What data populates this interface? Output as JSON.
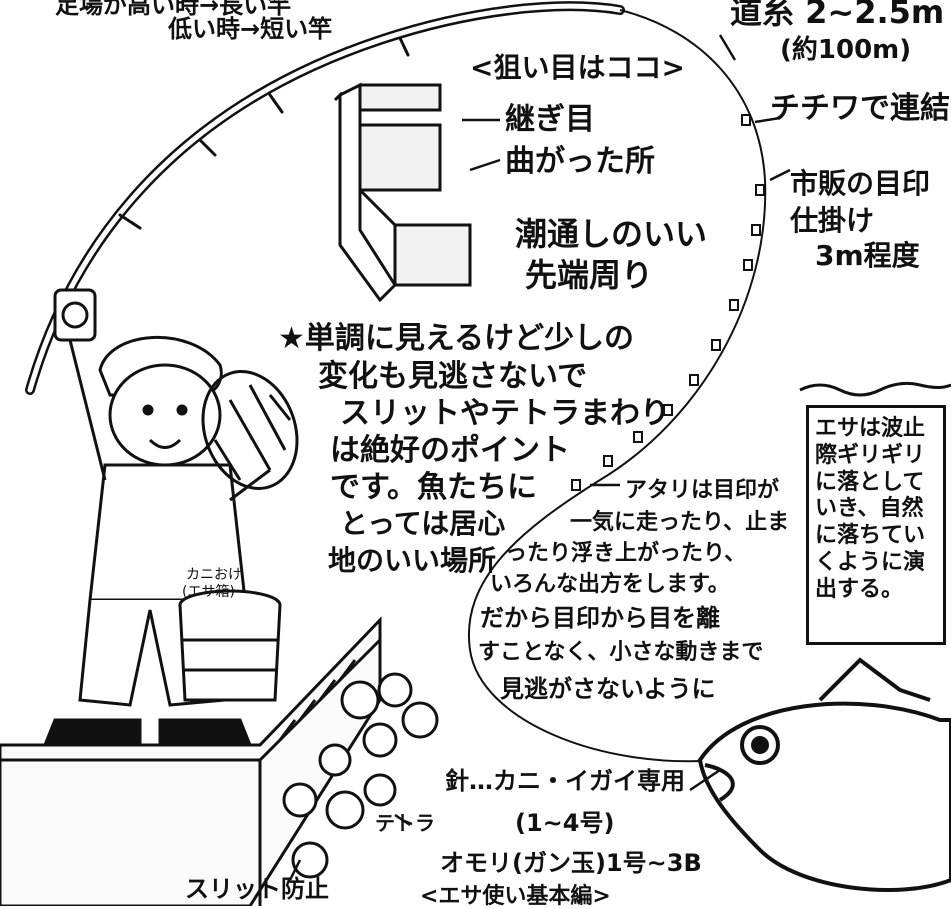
{
  "top_fragment_left_1": "足場が高い時→長い竿",
  "top_fragment_left_2": "低い時→短い竿",
  "line_label": "道糸 2~2.5m",
  "line_length": "(約100m)",
  "connector": "チチワで連結",
  "rig_1": "市販の目印",
  "rig_2": "仕掛け",
  "rig_3": "3m程度",
  "target_title": "<狙い目はココ>",
  "seam": "継ぎ目",
  "bend": "曲がった所",
  "tip_1": "潮通しのいい",
  "tip_2": "先端周り",
  "main_note": [
    "★単調に見えるけど少しの",
    "変化も見逃さないで",
    "スリットやテトラまわり",
    "は絶好のポイント",
    "です。魚たちに",
    "とっては居心",
    "地のいい場所"
  ],
  "bait_box": [
    "エサは波止",
    "際ギリギリ",
    "に落として",
    "いき、自然",
    "に落ちてい",
    "くように演",
    "出する。"
  ],
  "atari_note": [
    "アタリは目印が",
    "一気に走ったり、止ま",
    "ったり浮き上がったり、",
    "いろんな出方をします。",
    "だから目印から目を離",
    "すことなく、小さな動きまで",
    "見逃がさないように"
  ],
  "bucket_label_1": "カニおけ",
  "bucket_label_2": "(エサ箱)",
  "hook": "針…カニ・イガイ専用",
  "hook_size": "(1~4号)",
  "sinker": "オモリ(ガン玉)1号~3B",
  "bottom_title": "<エサ使い基本編>",
  "tetra": "テトラ",
  "slit": "スリット防止",
  "colors": {
    "ink": "#111111",
    "paper": "#ffffff"
  }
}
